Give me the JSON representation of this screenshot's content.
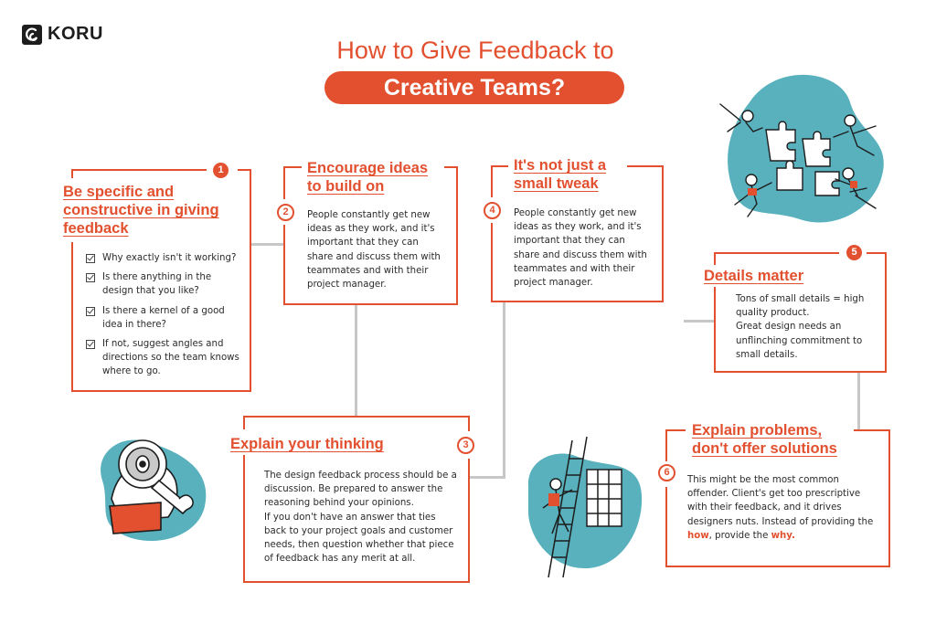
{
  "brand": {
    "name": "KORU"
  },
  "title": {
    "line1": "How to Give Feedback to",
    "line2": "Creative Teams?"
  },
  "colors": {
    "accent": "#e2502f",
    "teal": "#58b1bd",
    "connector": "#c7c7c7"
  },
  "cards": {
    "c1": {
      "number": "1",
      "heading": [
        "Be specific and",
        "constructive in giving",
        "feedback"
      ],
      "checklist": [
        "Why exactly isn't it working?",
        "Is there anything in the design that you like?",
        "Is there a kernel of a good idea in there?",
        "If not, suggest angles and directions so the team knows where to go."
      ]
    },
    "c2": {
      "number": "2",
      "heading": [
        "Encourage ideas",
        "to build on"
      ],
      "body": "People constantly get new ideas as they work, and it's important that they can share and discuss them with teammates and with their project manager."
    },
    "c3": {
      "number": "3",
      "heading": "Explain your thinking",
      "body1": "The design feedback process should be a discussion. Be prepared to answer the reasoning behind your opinions.",
      "body2": "If you don't have an answer that ties back to your project goals and customer needs, then question whether that piece of feedback has any merit at all."
    },
    "c4": {
      "number": "4",
      "heading": [
        "It's not just a",
        "small tweak"
      ],
      "body": "People constantly get new ideas as they work, and it's important that they can share and discuss them with teammates and with their project manager."
    },
    "c5": {
      "number": "5",
      "heading": "Details matter",
      "body1": "Tons of small details = high quality product.",
      "body2": "Great design needs an unflinching commitment to small details."
    },
    "c6": {
      "number": "6",
      "heading": [
        "Explain problems,",
        "don't offer solutions"
      ],
      "body_pre": "This might be the most common offender. Client's get too prescriptive with their feedback, and it drives designers nuts. Instead of providing the ",
      "body_how": "how",
      "body_mid": ", provide the ",
      "body_why": "why."
    }
  },
  "illustrations": {
    "top_right": "puzzle-people-icon",
    "bottom_left": "magnifier-person-icon",
    "bottom_center": "ladder-window-icon"
  }
}
